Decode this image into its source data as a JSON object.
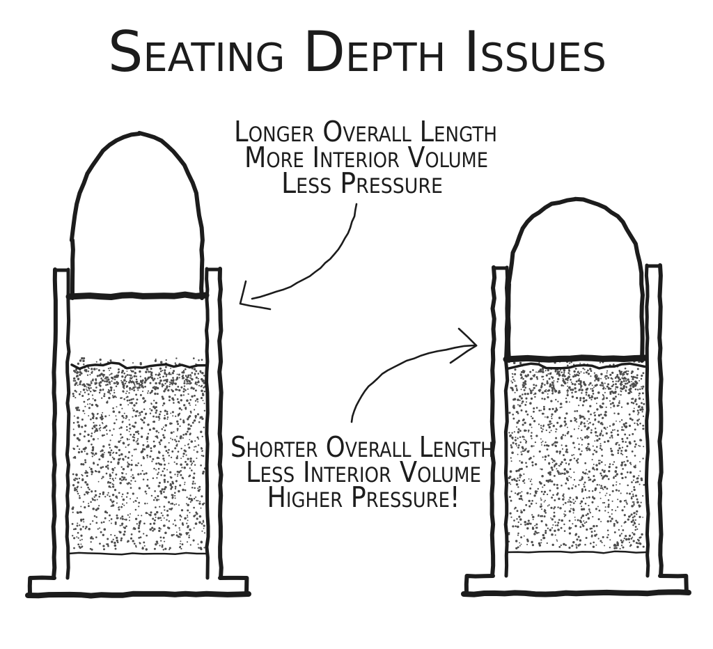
{
  "title": "Seating Depth Issues",
  "annotations": {
    "longer": {
      "lines": [
        "Longer Overall Length",
        "More Interior Volume",
        "Less Pressure"
      ]
    },
    "shorter": {
      "lines": [
        "Shorter Overall Length",
        "Less Interior Volume",
        "Higher Pressure!"
      ]
    }
  },
  "colors": {
    "background": "#ffffff",
    "ink": "#1c1c1c",
    "powder_dot": "#4d4d4d"
  }
}
